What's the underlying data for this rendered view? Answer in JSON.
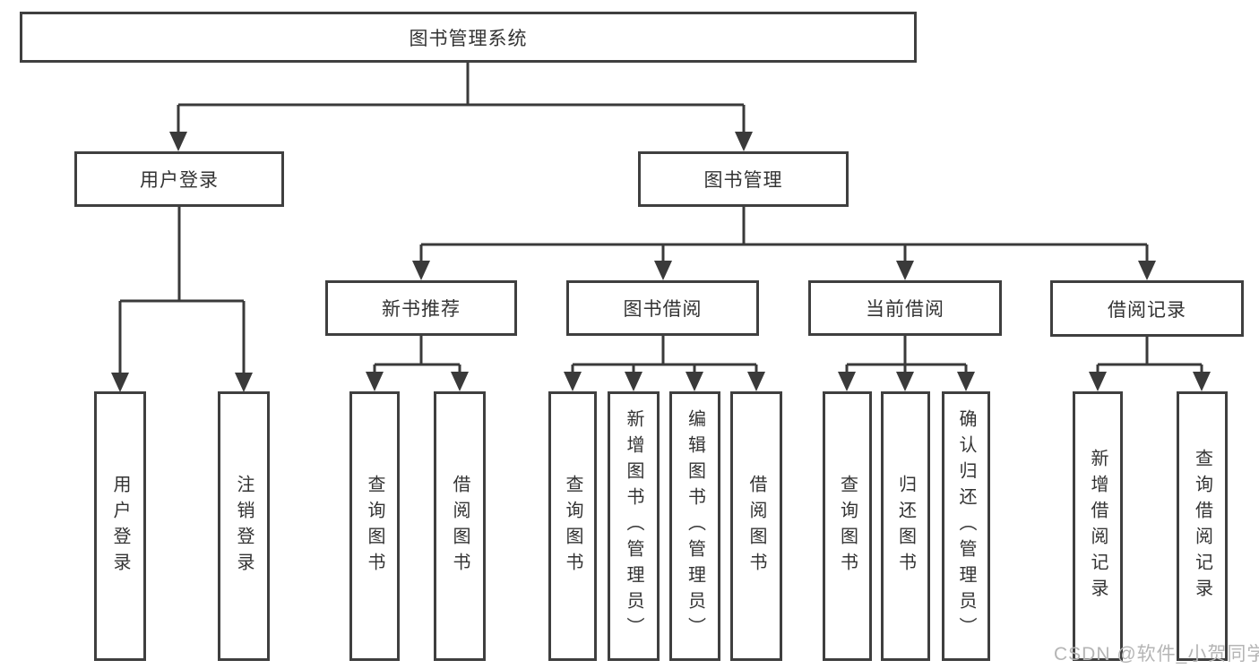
{
  "colors": {
    "line": "#3a3a3a",
    "box_border": "#3f3f3f",
    "box_fill": "#ffffff",
    "text": "#333333",
    "watermark_text": "#b5b5b5",
    "background": "#ffffff"
  },
  "tree": {
    "root": {
      "label": "图书管理系统"
    },
    "branches": [
      {
        "label": "用户登录",
        "children": [
          "用户登录",
          "注销登录"
        ]
      },
      {
        "label": "图书管理",
        "sections": [
          {
            "label": "新书推荐",
            "children": [
              "查询图书",
              "借阅图书"
            ]
          },
          {
            "label": "图书借阅",
            "children": [
              "查询图书",
              "新增图书（管理员）",
              "编辑图书（管理员）",
              "借阅图书"
            ]
          },
          {
            "label": "当前借阅",
            "children": [
              "查询图书",
              "归还图书",
              "确认归还（管理员）"
            ]
          },
          {
            "label": "借阅记录",
            "children": [
              "新增借阅记录",
              "查询借阅记录"
            ]
          }
        ]
      }
    ]
  },
  "watermark": {
    "text": "CSDN @软件_小贺同学"
  }
}
